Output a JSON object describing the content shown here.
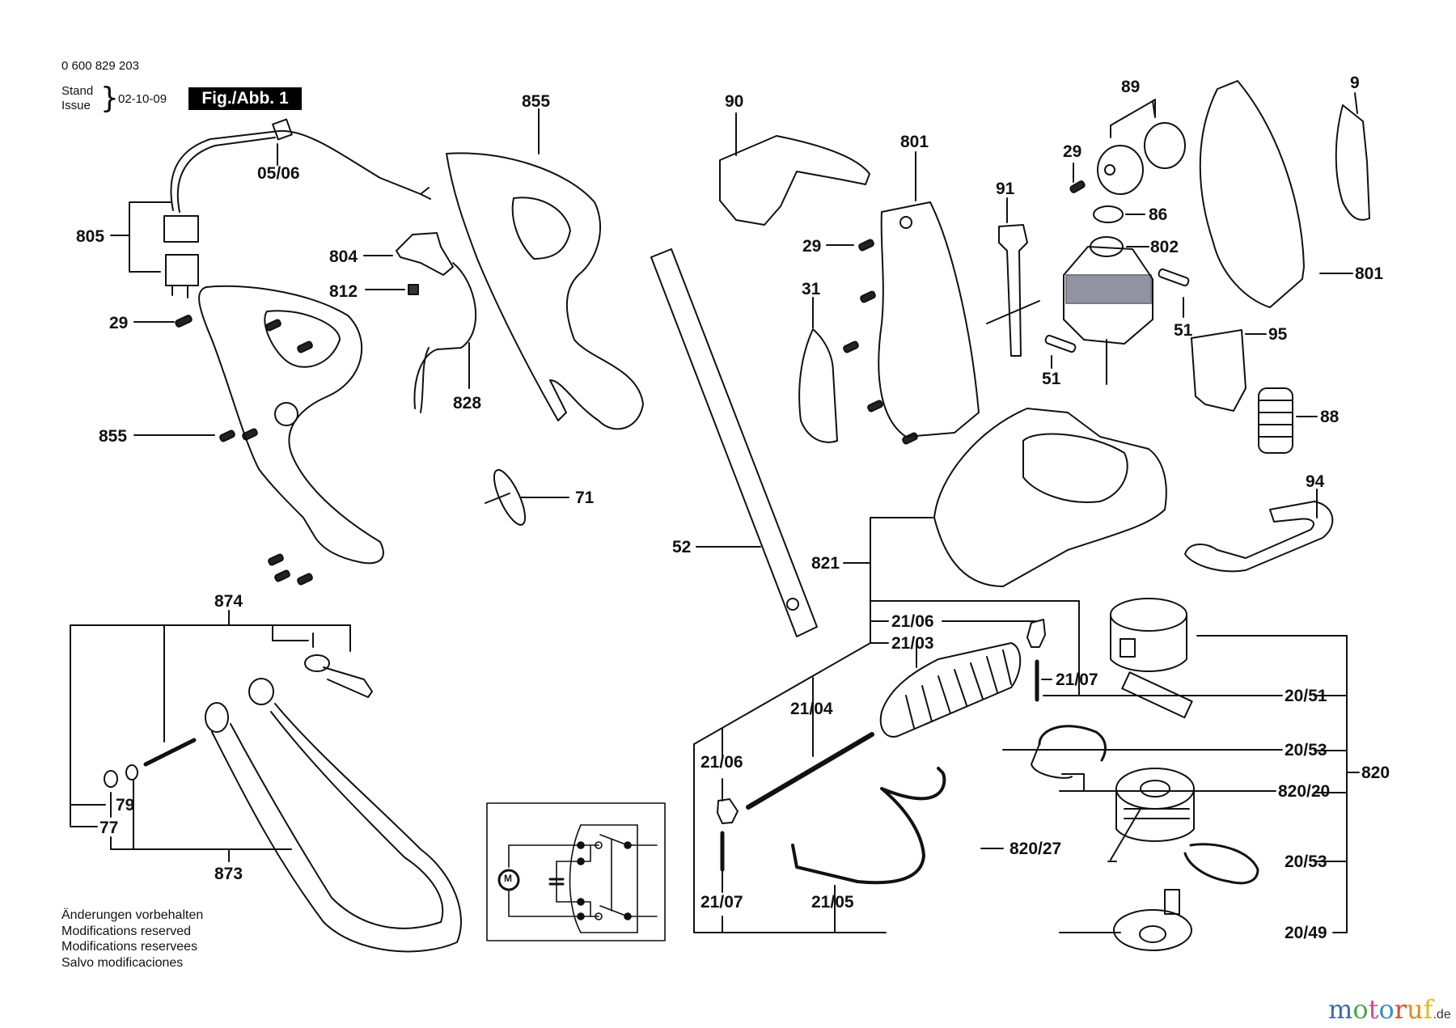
{
  "header": {
    "part_number": "0 600 829 203",
    "stand_label": "Stand",
    "issue_label": "Issue",
    "date": "02-10-09",
    "figure": "Fig./Abb. 1"
  },
  "notes": [
    "Änderungen vorbehalten",
    "Modifications reserved",
    "Modifications reservees",
    "Salvo modificaciones"
  ],
  "logo": {
    "letters": [
      {
        "ch": "m",
        "color": "#3b6cb4"
      },
      {
        "ch": "o",
        "color": "#4aa84a"
      },
      {
        "ch": "t",
        "color": "#d44a8a"
      },
      {
        "ch": "o",
        "color": "#3b8ec4"
      },
      {
        "ch": "r",
        "color": "#d44a2a"
      },
      {
        "ch": "u",
        "color": "#e08a1a"
      },
      {
        "ch": "f",
        "color": "#e8b81a"
      }
    ],
    "suffix": ".de"
  },
  "callouts": {
    "c_05_06": "05/06",
    "c_805": "805",
    "c_29_a": "29",
    "c_804": "804",
    "c_812": "812",
    "c_828": "828",
    "c_855_top": "855",
    "c_855_left": "855",
    "c_71": "71",
    "c_52": "52",
    "c_90": "90",
    "c_801_a": "801",
    "c_29_b": "29",
    "c_31": "31",
    "c_91": "91",
    "c_29_c": "29",
    "c_89": "89",
    "c_86": "86",
    "c_802": "802",
    "c_51_a": "51",
    "c_51_b": "51",
    "c_9": "9",
    "c_801_b": "801",
    "c_95": "95",
    "c_88": "88",
    "c_94": "94",
    "c_821": "821",
    "c_21_06_a": "21/06",
    "c_21_03": "21/03",
    "c_21_07_a": "21/07",
    "c_21_04": "21/04",
    "c_21_06_b": "21/06",
    "c_21_07_b": "21/07",
    "c_21_05": "21/05",
    "c_874": "874",
    "c_79": "79",
    "c_77": "77",
    "c_873": "873",
    "c_20_51": "20/51",
    "c_20_53_a": "20/53",
    "c_820": "820",
    "c_820_20": "820/20",
    "c_820_27": "820/27",
    "c_20_53_b": "20/53",
    "c_20_49": "20/49"
  },
  "circuit": {
    "motor_symbol": "M"
  }
}
